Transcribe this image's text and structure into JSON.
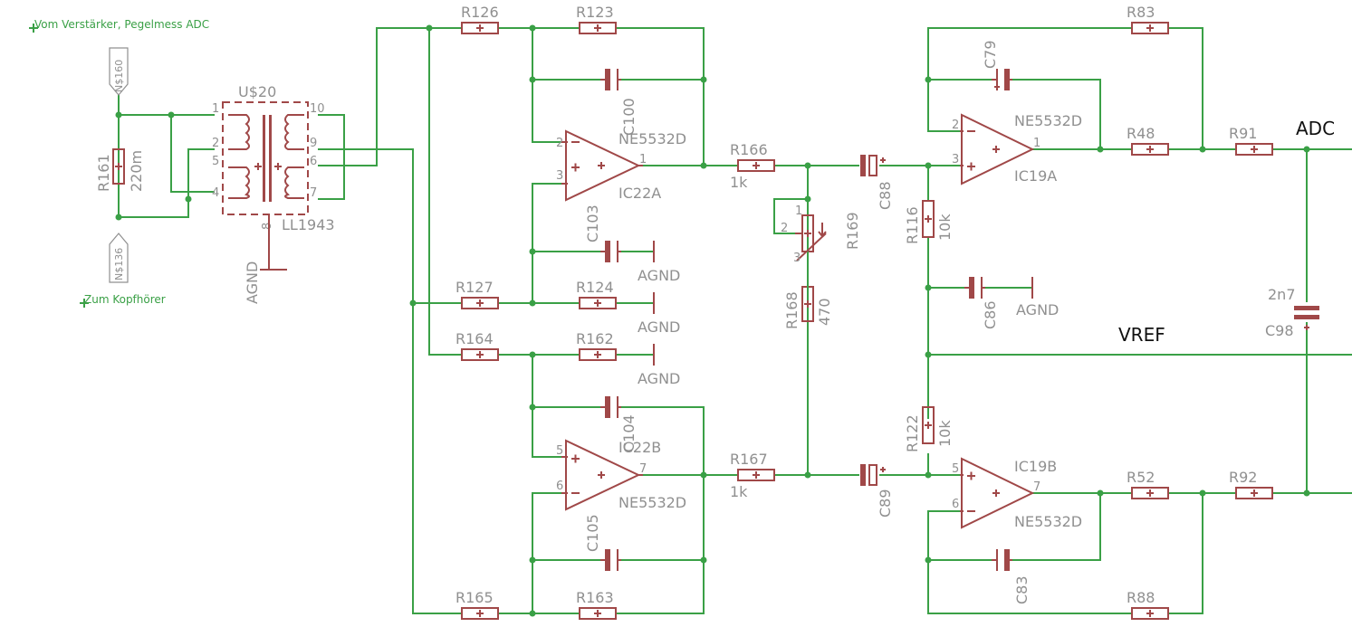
{
  "notes": {
    "input": "Vom Verstärker, Pegelmess ADC",
    "output": "Zum Kopfhörer"
  },
  "nets": {
    "n160": "N$160",
    "n136": "N$136",
    "adc": "ADC",
    "vref": "VREF"
  },
  "transformer": {
    "name": "U$20",
    "value": "LL1943",
    "pins": [
      "1",
      "2",
      "5",
      "4",
      "10",
      "9",
      "6",
      "7",
      "8"
    ]
  },
  "ground": "AGND",
  "resistors": {
    "r161": {
      "name": "R161",
      "value": "220m"
    },
    "r126": {
      "name": "R126"
    },
    "r123": {
      "name": "R123"
    },
    "r127": {
      "name": "R127"
    },
    "r124": {
      "name": "R124"
    },
    "r164": {
      "name": "R164"
    },
    "r162": {
      "name": "R162"
    },
    "r165": {
      "name": "R165"
    },
    "r163": {
      "name": "R163"
    },
    "r166": {
      "name": "R166",
      "value": "1k"
    },
    "r167": {
      "name": "R167",
      "value": "1k"
    },
    "r169": {
      "name": "R169"
    },
    "r168": {
      "name": "R168",
      "value": "470"
    },
    "r116": {
      "name": "R116",
      "value": "10k"
    },
    "r122": {
      "name": "R122",
      "value": "10k"
    },
    "r83": {
      "name": "R83"
    },
    "r48": {
      "name": "R48"
    },
    "r91": {
      "name": "R91"
    },
    "r52": {
      "name": "R52"
    },
    "r92": {
      "name": "R92"
    },
    "r88": {
      "name": "R88"
    }
  },
  "capacitors": {
    "c100": "C100",
    "c103": "C103",
    "c104": "C104",
    "c105": "C105",
    "c88": "C88",
    "c89": "C89",
    "c79": "C79",
    "c86": "C86",
    "c83": "C83",
    "c98": {
      "name": "C98",
      "value": "2n7"
    }
  },
  "opamps": {
    "ic22a": {
      "name": "IC22A",
      "part": "NE5532D",
      "pins": [
        "2",
        "3",
        "1"
      ]
    },
    "ic22b": {
      "name": "IC22B",
      "part": "NE5532D",
      "pins": [
        "5",
        "6",
        "7"
      ]
    },
    "ic19a": {
      "name": "IC19A",
      "part": "NE5532D",
      "pins": [
        "2",
        "3",
        "1"
      ]
    },
    "ic19b": {
      "name": "IC19B",
      "part": "NE5532D",
      "pins": [
        "5",
        "6",
        "7"
      ]
    }
  },
  "pot_pins": [
    "1",
    "2",
    "3"
  ]
}
